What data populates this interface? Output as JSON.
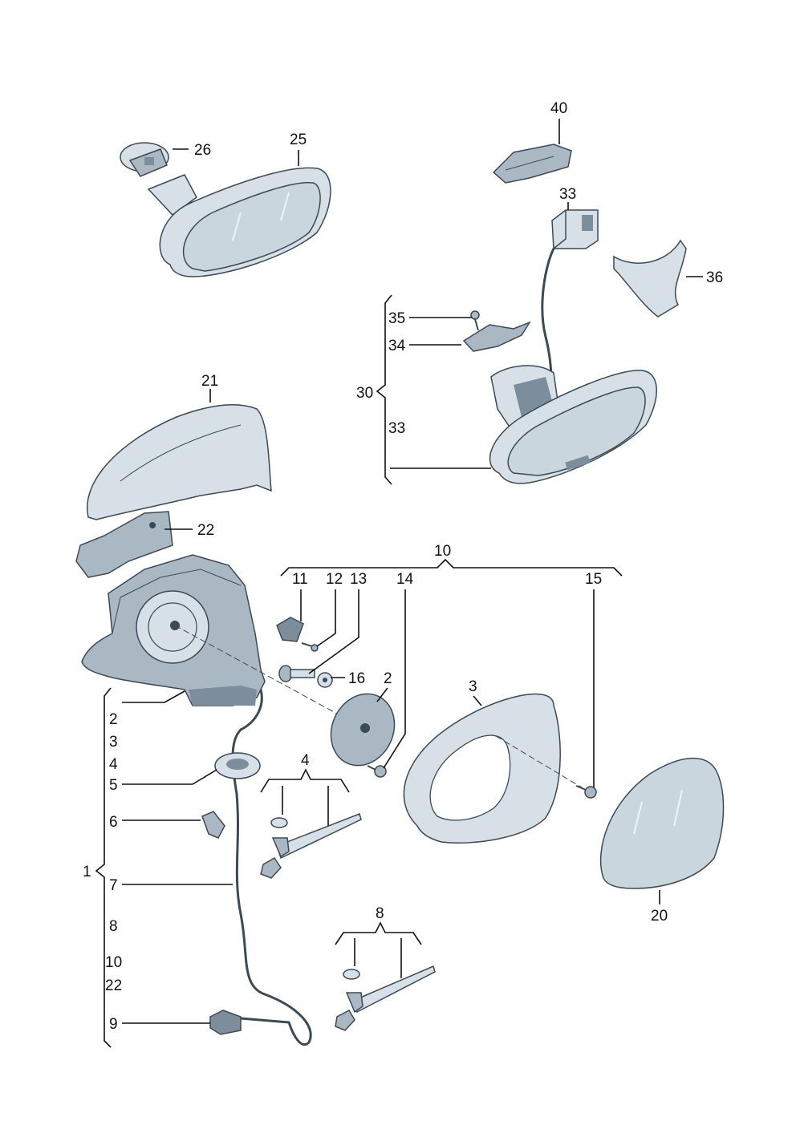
{
  "labels": {
    "l1": "1",
    "l2a": "2",
    "l2b": "2",
    "l3a": "3",
    "l3b": "3",
    "l4a": "4",
    "l4b": "4",
    "l5": "5",
    "l6": "6",
    "l7": "7",
    "l8a": "8",
    "l8b": "8",
    "l9": "9",
    "l10a": "10",
    "l10b": "10",
    "l11": "11",
    "l12": "12",
    "l13": "13",
    "l14": "14",
    "l15": "15",
    "l16": "16",
    "l20": "20",
    "l21": "21",
    "l22a": "22",
    "l22b": "22",
    "l25": "25",
    "l26": "26",
    "l30": "30",
    "l33a": "33",
    "l33b": "33",
    "l34": "34",
    "l35": "35",
    "l36": "36",
    "l40": "40"
  },
  "parts": [
    "interior-mirror-25",
    "mount-cover-26",
    "interior-mirror-assembly-30",
    "cover-36",
    "sensor-cover-40",
    "connector-33",
    "bracket-34",
    "screw-35",
    "mirror-cap-21",
    "turn-signal-22",
    "mirror-housing-1",
    "mirror-glass-20",
    "mirror-frame-3",
    "adapter-plate-2",
    "grommet-5",
    "wiring-harness-7",
    "connector-9",
    "clip-6",
    "cable-tie-4",
    "cable-tie-8",
    "screw-14",
    "screw-15",
    "screw-13",
    "nut-16",
    "clip-11",
    "screw-12"
  ]
}
